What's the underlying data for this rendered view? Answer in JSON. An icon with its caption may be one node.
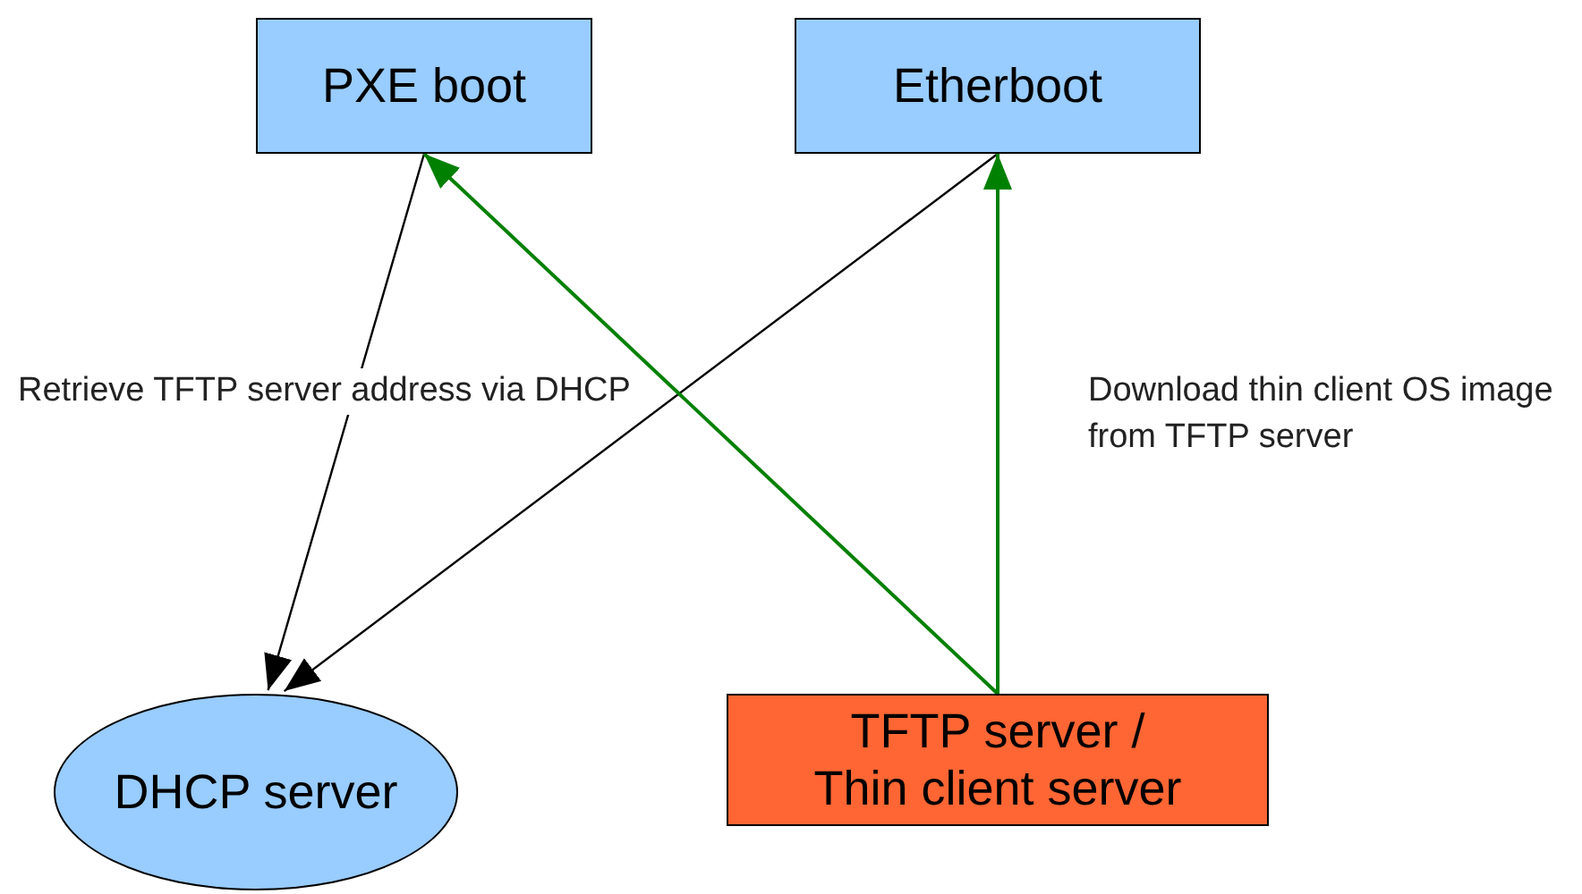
{
  "diagram": {
    "nodes": [
      {
        "text": [
          "PXE boot"
        ]
      },
      {
        "text": [
          "Etherboot"
        ]
      },
      {
        "text": [
          "DHCP server"
        ]
      },
      {
        "text": [
          "TFTP server / Thin client server"
        ]
      }
    ],
    "edges": [
      {
        "from": 0,
        "to": 2,
        "arrow": "to"
      },
      {
        "from": 1,
        "to": 2,
        "arrow": "to"
      },
      {
        "from": 3,
        "to": 0,
        "arrow": "to",
        "color": "#008000"
      },
      {
        "from": 3,
        "to": 1,
        "arrow": "to",
        "color": "#008000"
      }
    ],
    "labels": [
      "Retrieve TFTP server address via DHCP",
      "Download thin client OS image from TFTP server"
    ]
  }
}
